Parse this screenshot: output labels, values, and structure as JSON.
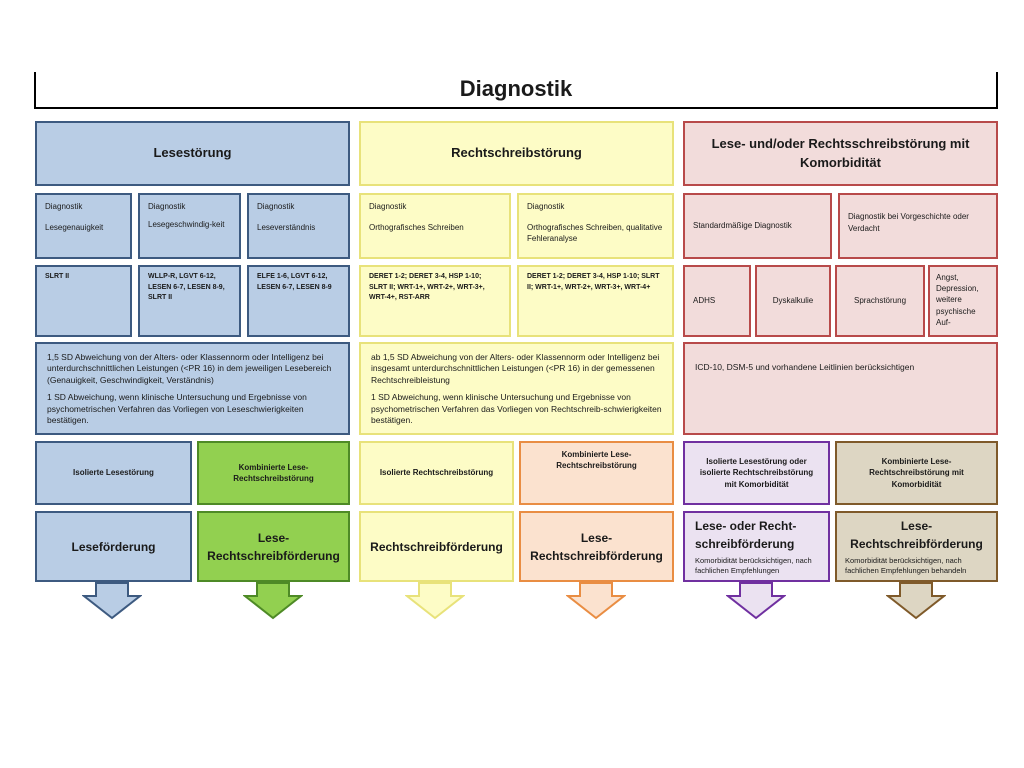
{
  "title": "Diagnostik",
  "columns": {
    "lese": {
      "heading": "Lesestörung"
    },
    "recht": {
      "heading": "Rechtschreibstörung"
    },
    "komor": {
      "heading": "Lese- und/oder Rechtsschreibstörung mit Komorbidität"
    }
  },
  "diag_boxes": {
    "lese1": {
      "line1": "Diagnostik",
      "line2": "Lesegenauigkeit"
    },
    "lese2": {
      "line1": "Diagnostik",
      "line2": "Lesegeschwindig-keit"
    },
    "lese3": {
      "line1": "Diagnostik",
      "line2": "Leseverständnis"
    },
    "recht1": {
      "line1": "Diagnostik",
      "line2": "Orthografisches Schreiben"
    },
    "recht2": {
      "line1": "Diagnostik",
      "line2": "Orthografisches Schreiben, qualitative Fehleranalyse"
    },
    "komor1": {
      "line1": "Standardmäßige Diagnostik"
    },
    "komor2": {
      "line1": "Diagnostik bei Vorgeschichte oder Verdacht"
    }
  },
  "test_boxes": {
    "lese1": "SLRT II",
    "lese2": "WLLP-R, LGVT 6-12, LESEN 6-7, LESEN 8-9, SLRT II",
    "lese3": "ELFE 1-6, LGVT 6-12, LESEN 6-7, LESEN 8-9",
    "recht1": "DERET 1-2; DERET 3-4, HSP 1-10; SLRT II; WRT-1+, WRT-2+, WRT-3+, WRT-4+, RST-ARR",
    "recht2": "DERET 1-2; DERET 3-4, HSP 1-10; SLRT II; WRT-1+, WRT-2+, WRT-3+, WRT-4+",
    "komor1": "ADHS",
    "komor2": "Dyskalkulie",
    "komor3": "Sprachstörung",
    "komor4": "Angst, Depression, weitere psychische Auf-"
  },
  "criteria": {
    "lese_p1": "1,5 SD Abweichung von der Alters- oder Klassennorm oder Intelligenz bei unterdurchschnittlichen Leistungen (<PR 16) in dem jeweiligen Lesebereich (Genauigkeit, Geschwindigkeit, Verständnis)",
    "lese_p2": "1 SD Abweichung, wenn klinische Untersuchung und Ergebnisse von psychometrischen Verfahren das Vorliegen von Leseschwierigkeiten bestätigen.",
    "recht_p1": "ab 1,5 SD Abweichung von der Alters- oder Klassennorm oder Intelligenz bei insgesamt unterdurchschnittlichen Leistungen (<PR 16) in der gemessenen Rechtschreibleistung",
    "recht_p2": "1 SD Abweichung, wenn klinische Untersuchung und Ergebnisse von psychometrischen Verfahren das Vorliegen von Rechtschreib-schwierigkeiten bestätigen.",
    "komor_p1": "ICD-10, DSM-5 und vorhandene Leitlinien berücksichtigen"
  },
  "diagnoses": {
    "d1": "Isolierte Lesestörung",
    "d2": "Kombinierte Lese-Rechtschreibstörung",
    "d3": "Isolierte Rechtschreibstörung",
    "d4": "Kombinierte Lese-Rechtschreibstörung",
    "d5": "Isolierte Lesestörung oder isolierte Rechtschreibstörung mit Komorbidität",
    "d6": "Kombinierte Lese-Rechtschreibstörung mit Komorbidität"
  },
  "foerderung": {
    "f1": "Leseförderung",
    "f2": "Lese-Rechtschreibförderung",
    "f3": "Rechtschreibförderung",
    "f4": "Lese-Rechtschreibförderung",
    "f5_title": "Lese- oder Recht-schreibförderung",
    "f5_note": "Komorbidität berücksichtigen, nach fachlichen Empfehlungen",
    "f6_title": "Lese-Rechtschreibförderung",
    "f6_note": "Komorbidität berücksichtigen, nach fachlichen Empfehlungen behandeln"
  },
  "colors": {
    "blue": "#b9cde5",
    "green": "#92d050",
    "yellow": "#fdfcc6",
    "orange": "#fbe2cf",
    "purple": "#ebe2f1",
    "tan": "#ddd6c3",
    "red": "#f2dcdb"
  }
}
